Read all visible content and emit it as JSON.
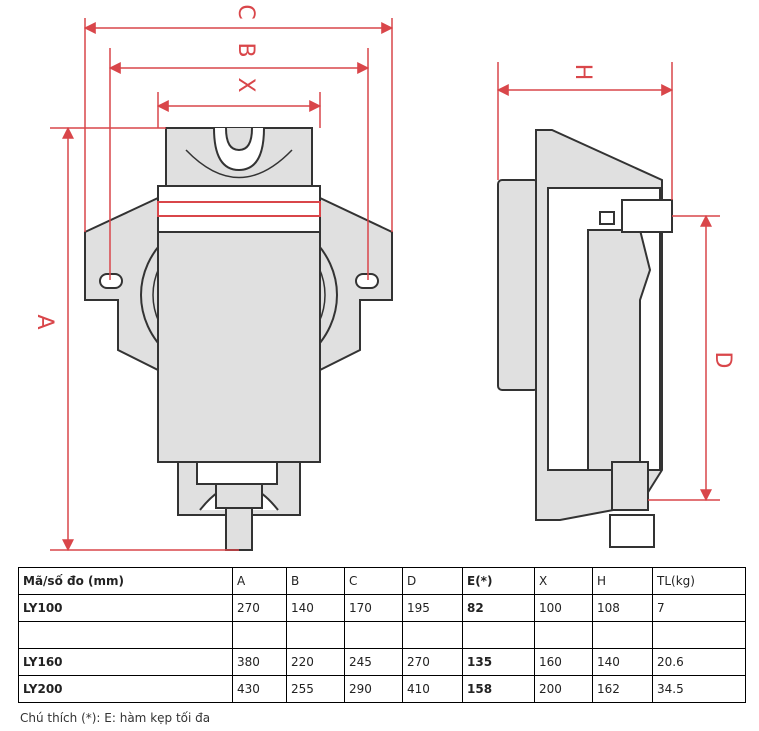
{
  "dimension_labels": {
    "A": "A",
    "B": "B",
    "C": "C",
    "D": "D",
    "H": "H",
    "X": "X"
  },
  "table": {
    "header": [
      "Mã/số đo (mm)",
      "A",
      "B",
      "C",
      "D",
      "E(*)",
      "X",
      "H",
      "TL(kg)"
    ],
    "rows": [
      [
        "LY100",
        "270",
        "140",
        "170",
        "195",
        "82",
        "100",
        "108",
        "7"
      ],
      [
        "",
        "",
        "",
        "",
        "",
        "",
        "",
        "",
        ""
      ],
      [
        "LY160",
        "380",
        "220",
        "245",
        "270",
        "135",
        "160",
        "140",
        "20.6"
      ],
      [
        "LY200",
        "430",
        "255",
        "290",
        "410",
        "158",
        "200",
        "162",
        "34.5"
      ]
    ]
  },
  "note": "Chú thích (*): E: hàm kẹp tối đa",
  "colors": {
    "dimension": "#d9464a",
    "outline": "#333333",
    "fill": "#e0e0e0",
    "jaw_band": "#d9464a"
  }
}
